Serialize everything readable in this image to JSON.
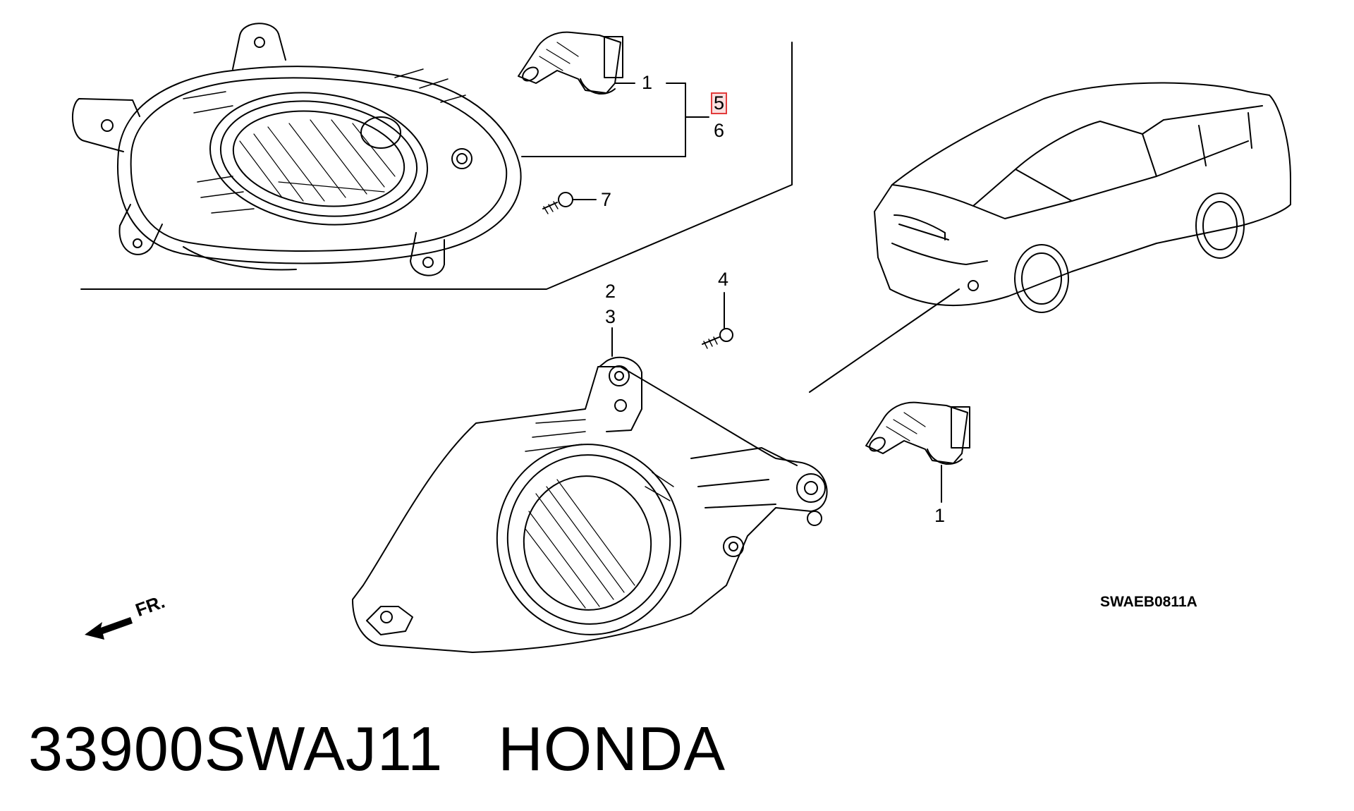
{
  "diagram": {
    "callouts": {
      "c1_top": "1",
      "c5": "5",
      "c6": "6",
      "c7": "7",
      "c2": "2",
      "c3": "3",
      "c4": "4",
      "c1_bottom": "1"
    },
    "front_arrow_label": "FR.",
    "diagram_code": "SWAEB0811A",
    "highlight_color": "#e23b3b"
  },
  "footer": {
    "part_number": "33900SWAJ11",
    "brand": "HONDA"
  }
}
